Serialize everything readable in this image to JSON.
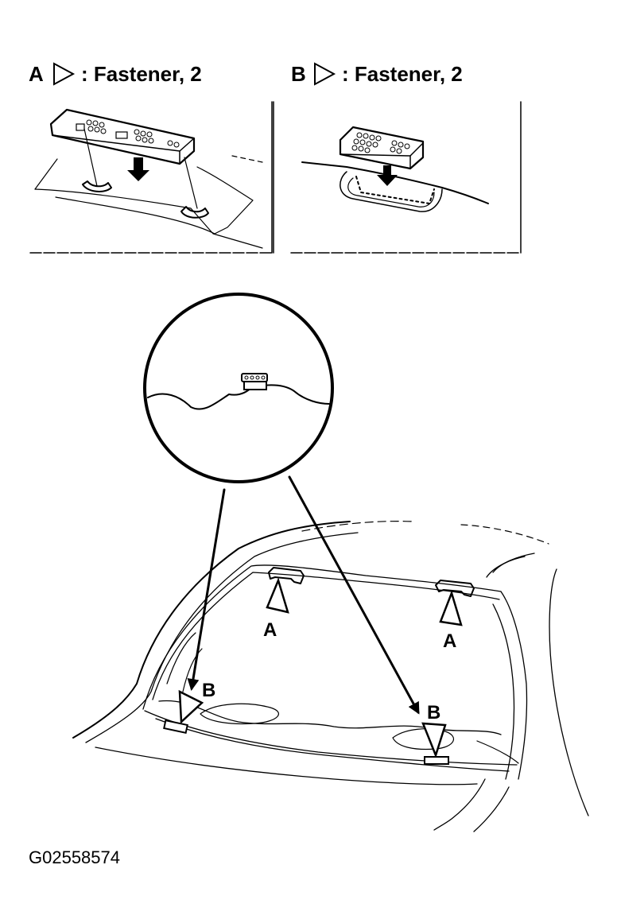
{
  "panel_a": {
    "letter": "A",
    "caption": ": Fastener, 2"
  },
  "panel_b": {
    "letter": "B",
    "caption": ": Fastener, 2"
  },
  "callouts": {
    "a_left": "A",
    "a_right": "A",
    "b_left": "B",
    "b_right": "B"
  },
  "figure_id": "G02558574"
}
